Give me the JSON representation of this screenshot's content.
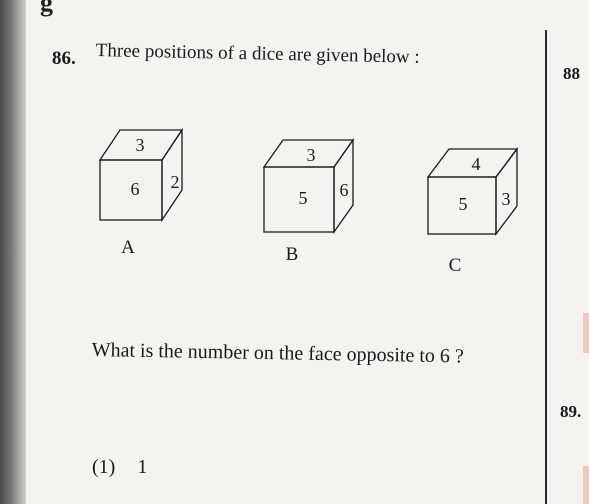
{
  "top_fragment": "g",
  "question": {
    "number": "86.",
    "intro": "Three positions of a dice are given below :",
    "text": "What is the number on the face opposite to 6 ?"
  },
  "dice": [
    {
      "label": "A",
      "top": "3",
      "front": "6",
      "side": "2"
    },
    {
      "label": "B",
      "top": "3",
      "front": "5",
      "side": "6"
    },
    {
      "label": "C",
      "top": "4",
      "front": "5",
      "side": "3"
    }
  ],
  "options": [
    {
      "label": "(1)",
      "value": "1"
    }
  ],
  "next_questions": {
    "top": "88",
    "bottom": "89."
  },
  "colors": {
    "paper": "#f4f3ef",
    "ink": "#1a1a1a",
    "edge_shadow": "#4a4a4a",
    "pink_mark": "#f3c7c1"
  }
}
